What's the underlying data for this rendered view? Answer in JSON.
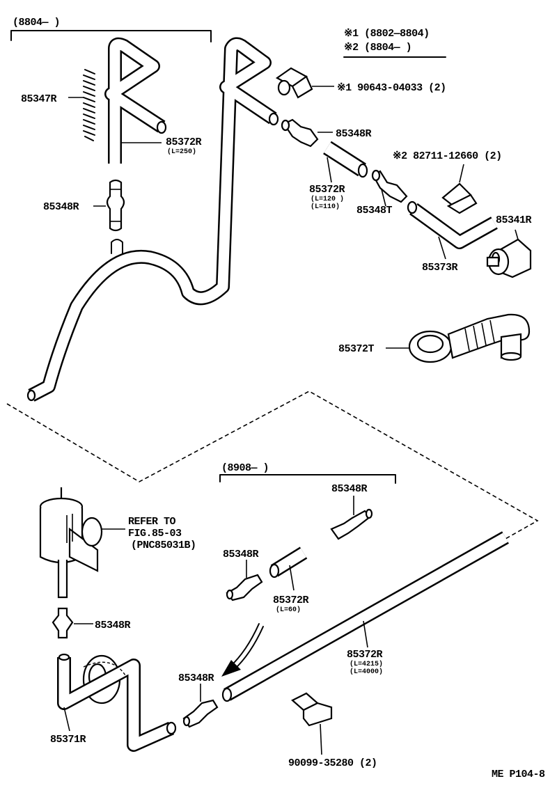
{
  "labels": {
    "range_top": "(8804—     )",
    "note1": "※1 (8802—8804)",
    "note2": "※2 (8804—     )",
    "clip_note": "※1  90643-04033 (2)",
    "clip2_note": "※2  82711-12660 (2)",
    "p85347R": "85347R",
    "p85372R_a": "85372R",
    "len_250": "(L=250)",
    "p85348R_a": "85348R",
    "p85348R_b": "85348R",
    "p85372R_b": "85372R",
    "len_120": "(L=120 )",
    "len_110": "(L=110)",
    "p85348T": "85348T",
    "p85341R": "85341R",
    "p85373R": "85373R",
    "p85372T": "85372T",
    "range_mid": "(8908—     )",
    "p85348R_c": "85348R",
    "refer1": "REFER TO",
    "refer2": "FIG.85-03",
    "refer3": "(PNC85031B)",
    "p85348R_d": "85348R",
    "p85372R_c": "85372R",
    "len_60": "(L=60)",
    "p85348R_e": "85348R",
    "p85372R_d": "85372R",
    "len_4215": "(L=4215)",
    "len_4000": "(L=4000)",
    "p85348R_f": "85348R",
    "p85371R": "85371R",
    "p90099": "90099-35280 (2)",
    "footer": "ME  P104-8"
  }
}
